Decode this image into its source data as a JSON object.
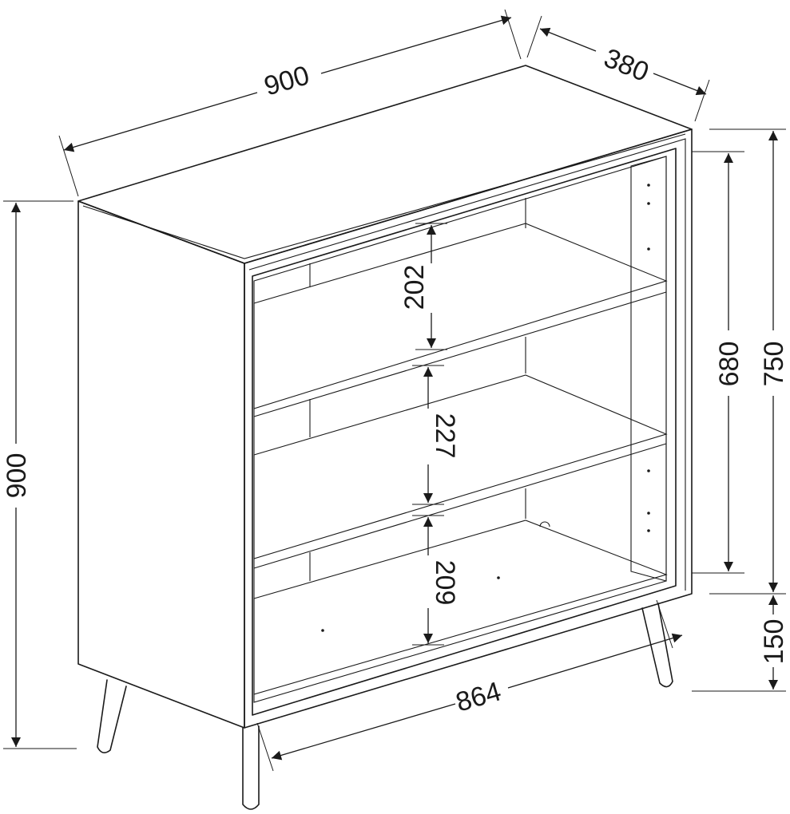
{
  "diagram": {
    "dimensions": {
      "overall_width": "900",
      "depth": "380",
      "overall_height": "900",
      "interior_height": "680",
      "body_height": "750",
      "leg_height": "150",
      "interior_width": "864",
      "shelf_gap_top": "202",
      "shelf_gap_middle": "227",
      "shelf_gap_bottom": "209"
    },
    "colors": {
      "line": "#1a1a1a",
      "background": "#ffffff"
    }
  }
}
